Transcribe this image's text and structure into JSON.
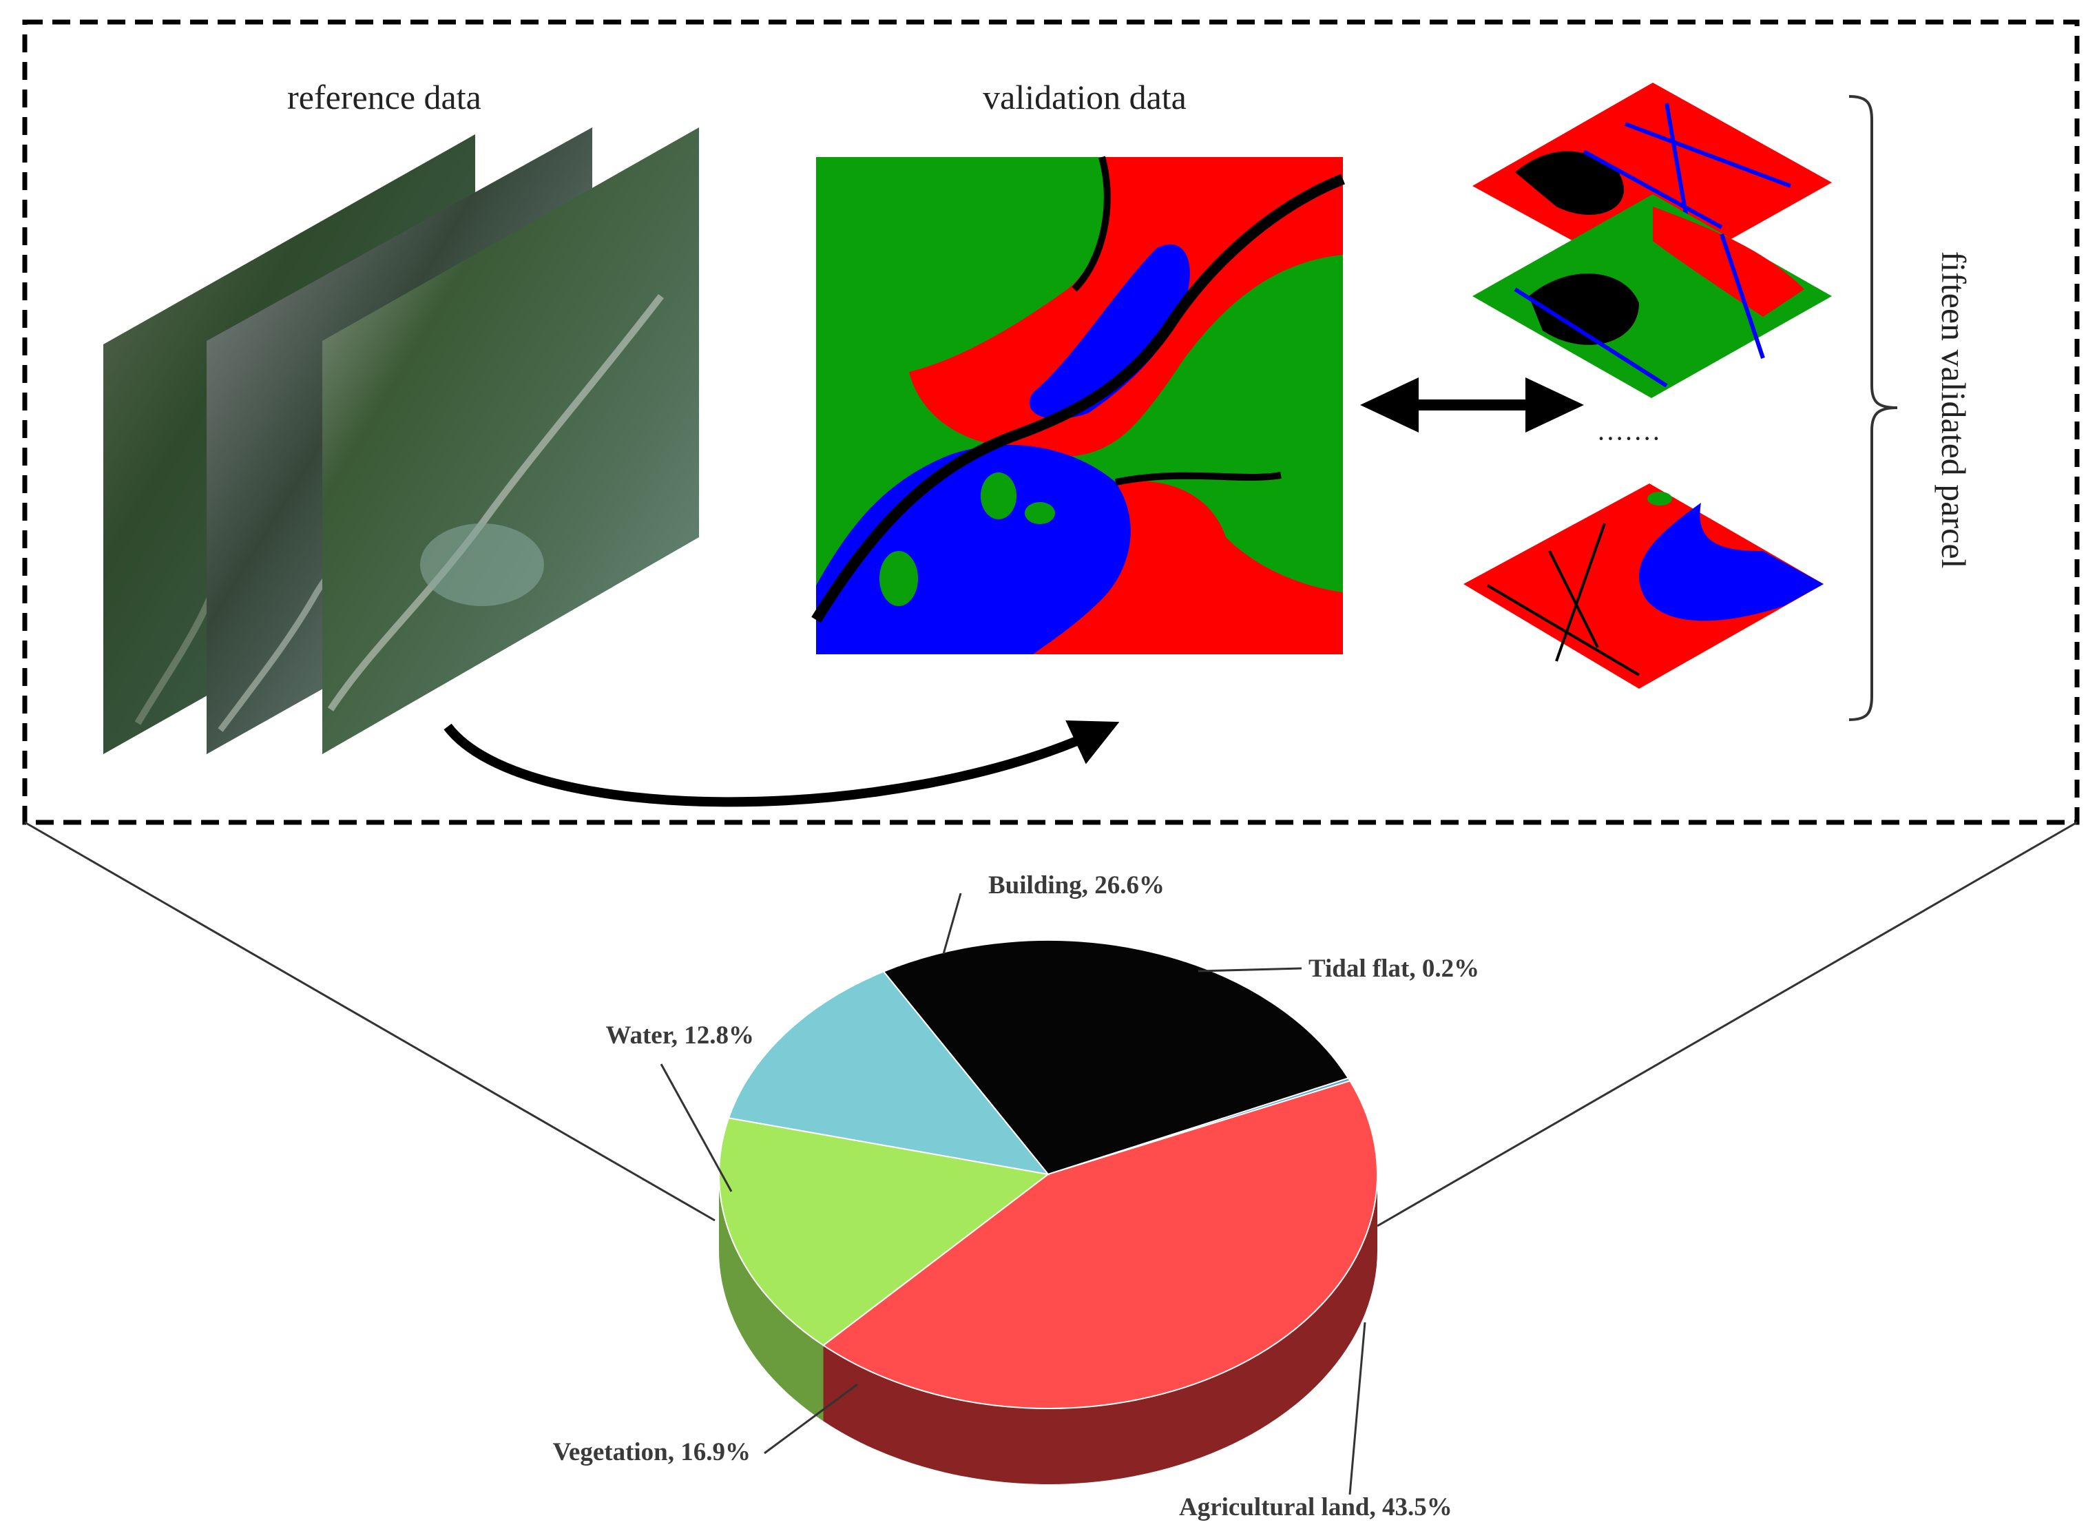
{
  "panel": {
    "reference_title": "reference data",
    "validation_title": "validation data",
    "parcel_label": "fifteen validated parcel",
    "ellipsis": "·······"
  },
  "colors": {
    "building": "#050505",
    "agricultural": "#ff4c4c",
    "vegetation": "#a6e85c",
    "water": "#7cccd6",
    "tidal": "#5aa0d8",
    "map_green": "#0aa00a",
    "map_red": "#ff0000",
    "map_blue": "#0000ff",
    "map_black": "#000000"
  },
  "chart_data": {
    "type": "pie",
    "title": "",
    "categories": [
      "Building",
      "Tidal flat",
      "Agricultural land",
      "Vegetation",
      "Water"
    ],
    "values": [
      26.6,
      0.2,
      43.5,
      16.9,
      12.8
    ],
    "labels": [
      "Building, 26.6%",
      "Tidal flat, 0.2%",
      "Agricultural land, 43.5%",
      "Vegetation, 16.9%",
      "Water, 12.8%"
    ]
  }
}
